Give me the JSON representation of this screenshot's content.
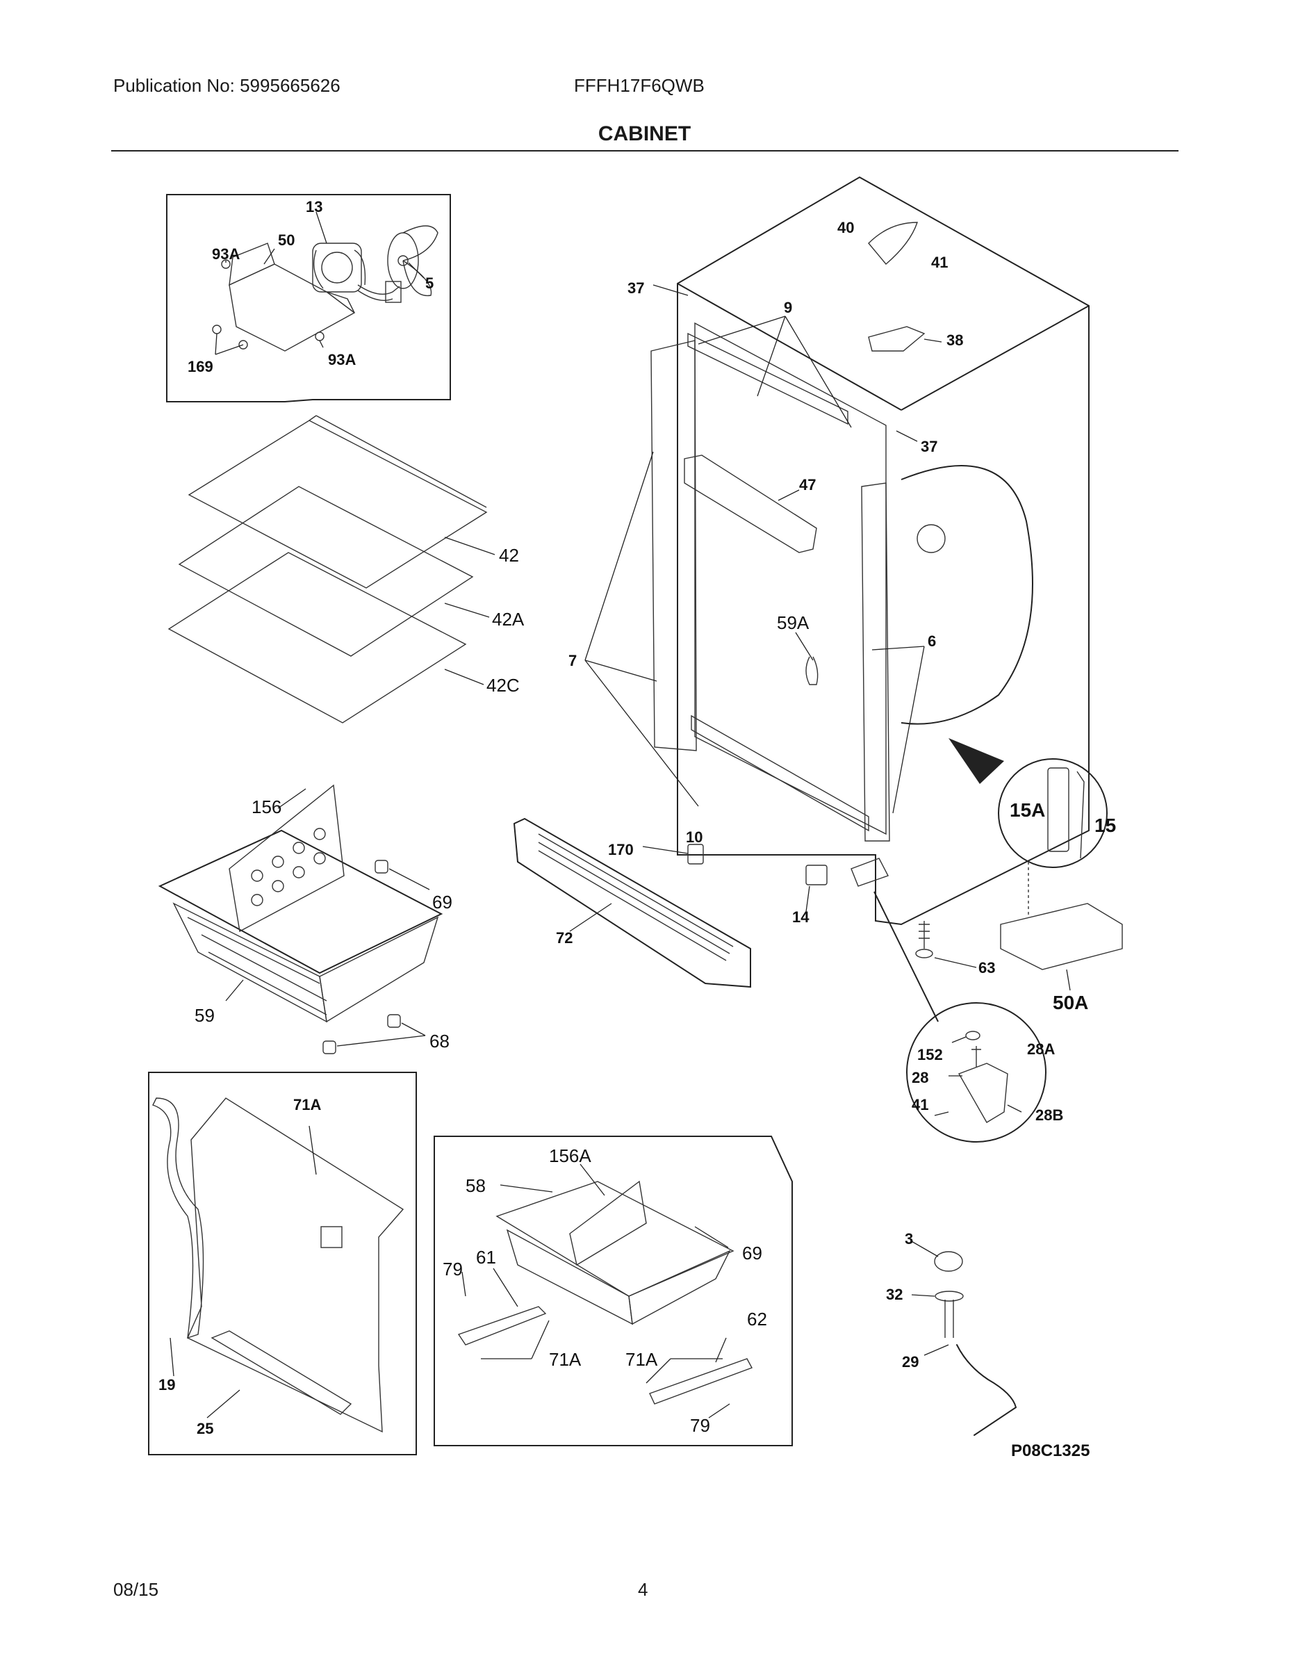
{
  "header": {
    "publication": "Publication No: 5995665626",
    "model": "FFFH17F6QWB",
    "title": "CABINET"
  },
  "footer": {
    "date": "08/15",
    "page": "4"
  },
  "diagram_code": "P08C1325",
  "callouts": {
    "c13": "13",
    "c93a_top": "93A",
    "c50": "50",
    "c5": "5",
    "c169": "169",
    "c93a_bot": "93A",
    "c40": "40",
    "c41_top": "41",
    "c37_left": "37",
    "c9": "9",
    "c38": "38",
    "c37_right": "37",
    "c47": "47",
    "c42": "42",
    "c42a": "42A",
    "c42c": "42C",
    "c59a": "59A",
    "c7": "7",
    "c6": "6",
    "c15a": "15A",
    "c15": "15",
    "c156": "156",
    "c69_left": "69",
    "c10": "10",
    "c170": "170",
    "c72": "72",
    "c14": "14",
    "c63": "63",
    "c50a": "50A",
    "c59": "59",
    "c68": "68",
    "c152": "152",
    "c28a": "28A",
    "c28": "28",
    "c41_hinge": "41",
    "c28b": "28B",
    "c71a_top": "71A",
    "c19": "19",
    "c25": "25",
    "c156a": "156A",
    "c58": "58",
    "c69_right": "69",
    "c79_left": "79",
    "c61": "61",
    "c71a_mid": "71A",
    "c71a_right": "71A",
    "c62": "62",
    "c79_right": "79",
    "c3": "3",
    "c32": "32",
    "c29": "29"
  }
}
